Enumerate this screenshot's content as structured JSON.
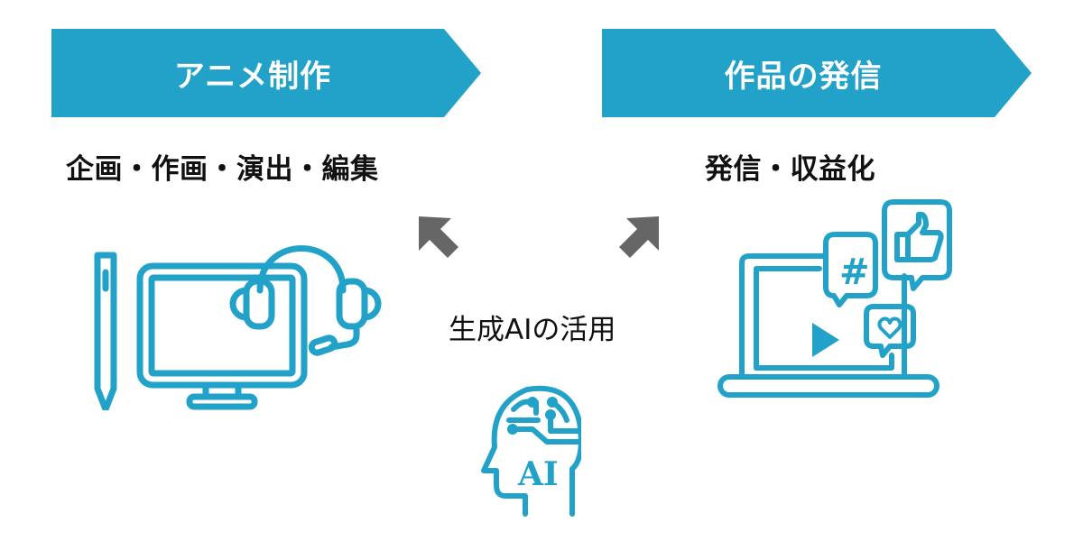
{
  "colors": {
    "accent": "#22a2c8",
    "arrow": "#666666",
    "text": "#111111"
  },
  "left": {
    "banner_label": "アニメ制作",
    "subtitle": "企画・作画・演出・編集",
    "icon": "monitor-pen-headset-icon"
  },
  "right": {
    "banner_label": "作品の発信",
    "subtitle": "発信・収益化",
    "icon": "laptop-social-icon"
  },
  "center": {
    "label": "生成AIの活用",
    "icon": "ai-brain-head-icon",
    "arrows": [
      "arrow-up-left-icon",
      "arrow-up-right-icon"
    ]
  }
}
